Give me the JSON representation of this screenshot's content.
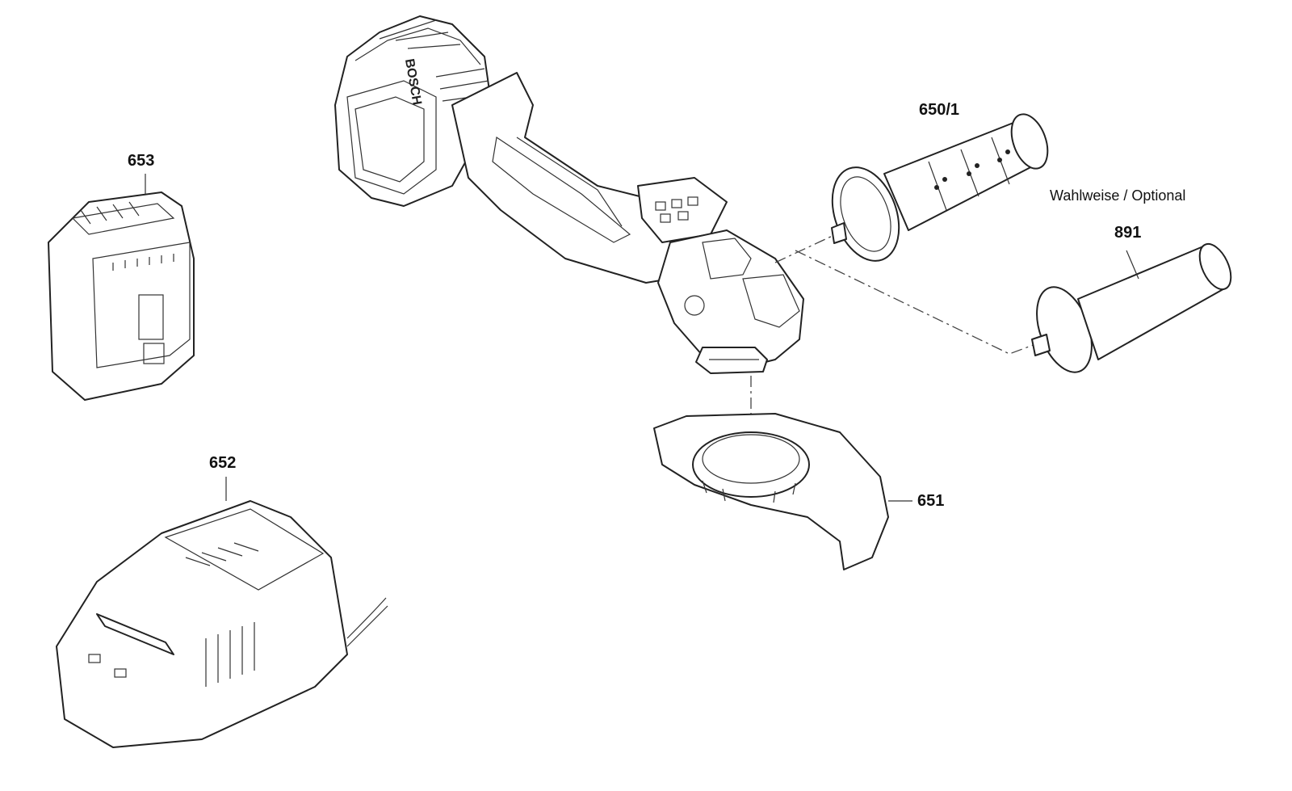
{
  "diagram": {
    "labels": {
      "p653": "653",
      "p652": "652",
      "p650_1": "650/1",
      "p891": "891",
      "p651": "651",
      "optional_note": "Wahlweise / Optional"
    },
    "brand_text": "BOSCH"
  }
}
